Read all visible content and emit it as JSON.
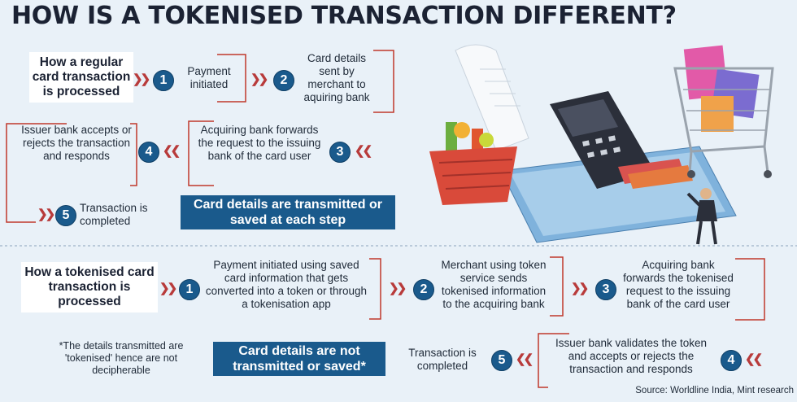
{
  "title": "HOW IS A TOKENISED TRANSACTION DIFFERENT?",
  "regular": {
    "heading": "How a regular card transaction is processed",
    "steps": [
      {
        "num": "1",
        "text": "Payment initiated"
      },
      {
        "num": "2",
        "text": "Card details sent by merchant to aquiring bank"
      },
      {
        "num": "3",
        "text": "Acquiring bank forwards the request to the issuing bank of the card user"
      },
      {
        "num": "4",
        "text": "Issuer bank accepts or rejects the transaction and responds"
      },
      {
        "num": "5",
        "text": "Transaction is completed"
      }
    ],
    "banner": "Card details are transmitted or saved at each step"
  },
  "tokenised": {
    "heading": "How a tokenised card transaction is processed",
    "steps": [
      {
        "num": "1",
        "text": "Payment initiated using saved card information that gets converted into a token or through a tokenisation app"
      },
      {
        "num": "2",
        "text": "Merchant using token service sends tokenised information to the acquiring bank"
      },
      {
        "num": "3",
        "text": "Acquiring bank forwards the tokenised request to the issuing bank of the card user"
      },
      {
        "num": "4",
        "text": "Issuer bank validates the token and accepts or rejects the transaction and responds"
      },
      {
        "num": "5",
        "text": "Transaction is completed"
      }
    ],
    "banner": "Card details are not transmitted or saved*",
    "note": "*The details transmitted are 'tokenised' hence are not decipherable"
  },
  "source": "Source: Worldline India, Mint research",
  "icons": [
    "chevron-double-right-icon",
    "chevron-double-left-icon",
    "pos-terminal-icon",
    "shopping-basket-icon",
    "shopping-cart-icon",
    "person-icon"
  ],
  "colors": {
    "accent": "#1a5a8c",
    "bracket": "#c0392b",
    "background": "#e9f1f8"
  }
}
